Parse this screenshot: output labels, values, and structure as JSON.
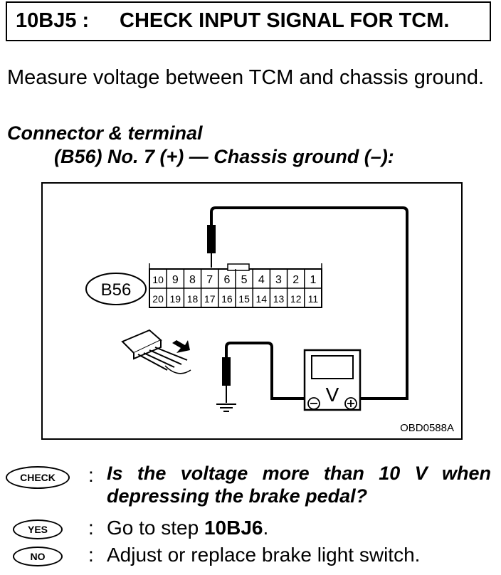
{
  "header": {
    "code": "10BJ5 :",
    "title": "CHECK INPUT SIGNAL FOR TCM."
  },
  "intro": "Measure voltage between TCM and chassis ground.",
  "connector": {
    "heading": "Connector & terminal",
    "line": "(B56) No. 7 (+) — Chassis ground (–):"
  },
  "figure": {
    "connector_label": "B56",
    "top_pins": [
      "10",
      "9",
      "8",
      "7",
      "6",
      "5",
      "4",
      "3",
      "2",
      "1"
    ],
    "bottom_pins": [
      "20",
      "19",
      "18",
      "17",
      "16",
      "15",
      "14",
      "13",
      "12",
      "11"
    ],
    "meter_symbol": "V",
    "code": "OBD0588A"
  },
  "check": {
    "badge": "CHECK",
    "colon": ":",
    "question_line1": "Is the voltage more than 10 V when",
    "question_line2": "depressing the brake pedal?"
  },
  "yes": {
    "badge": "YES",
    "colon": ":",
    "text": "Go to step ",
    "step": "10BJ6",
    "end": "."
  },
  "no": {
    "badge": "NO",
    "colon": ":",
    "text": "Adjust or replace brake light switch."
  }
}
